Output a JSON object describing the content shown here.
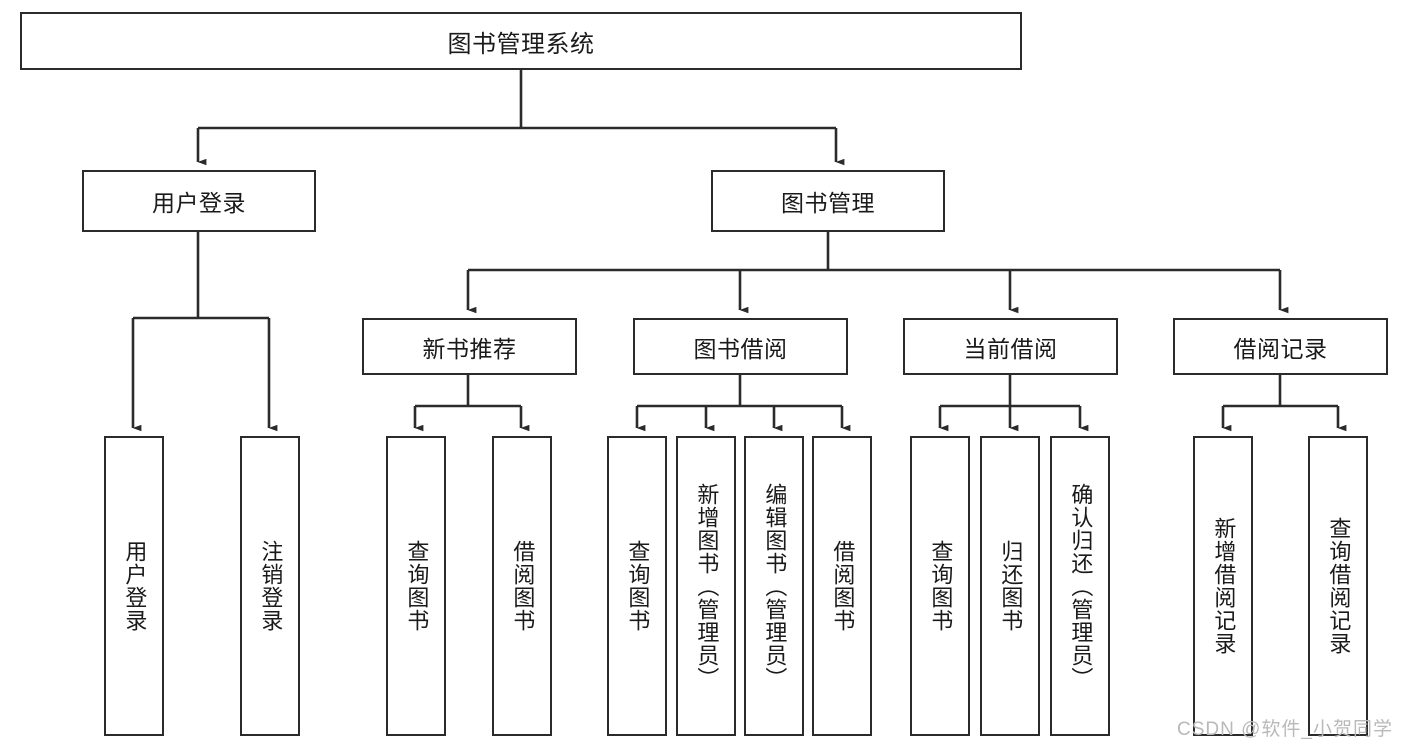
{
  "diagram": {
    "type": "tree-hierarchy",
    "title_node": {
      "label": "图书管理系统"
    },
    "level1": [
      {
        "id": "user-login",
        "label": "用户登录"
      },
      {
        "id": "book-management",
        "label": "图书管理"
      }
    ],
    "level2": [
      {
        "id": "new-book-recommend",
        "label": "新书推荐",
        "parent": "book-management"
      },
      {
        "id": "book-borrow",
        "label": "图书借阅",
        "parent": "book-management"
      },
      {
        "id": "current-borrow",
        "label": "当前借阅",
        "parent": "book-management"
      },
      {
        "id": "borrow-record",
        "label": "借阅记录",
        "parent": "book-management"
      }
    ],
    "leaves": [
      {
        "id": "leaf-user-login",
        "label": "用户登录",
        "parent": "user-login"
      },
      {
        "id": "leaf-logout-login",
        "label": "注销登录",
        "parent": "user-login"
      },
      {
        "id": "leaf-query-book-1",
        "label": "查询图书",
        "parent": "new-book-recommend"
      },
      {
        "id": "leaf-borrow-book-1",
        "label": "借阅图书",
        "parent": "new-book-recommend"
      },
      {
        "id": "leaf-query-book-2",
        "label": "查询图书",
        "parent": "book-borrow"
      },
      {
        "id": "leaf-add-book",
        "label": "新增图书（管理员）",
        "parent": "book-borrow"
      },
      {
        "id": "leaf-edit-book",
        "label": "编辑图书（管理员）",
        "parent": "book-borrow"
      },
      {
        "id": "leaf-borrow-book-2",
        "label": "借阅图书",
        "parent": "book-borrow"
      },
      {
        "id": "leaf-query-book-3",
        "label": "查询图书",
        "parent": "current-borrow"
      },
      {
        "id": "leaf-return-book",
        "label": "归还图书",
        "parent": "current-borrow"
      },
      {
        "id": "leaf-confirm-return",
        "label": "确认归还（管理员）",
        "parent": "current-borrow"
      },
      {
        "id": "leaf-add-record",
        "label": "新增借阅记录",
        "parent": "borrow-record"
      },
      {
        "id": "leaf-query-record",
        "label": "查询借阅记录",
        "parent": "borrow-record"
      }
    ],
    "colors": {
      "stroke": "#2b2b2b",
      "background": "#ffffff",
      "text": "#1a1a1a",
      "watermark": "#b9b9b9"
    }
  },
  "watermark": {
    "text": "CSDN @软件_小贺同学"
  }
}
